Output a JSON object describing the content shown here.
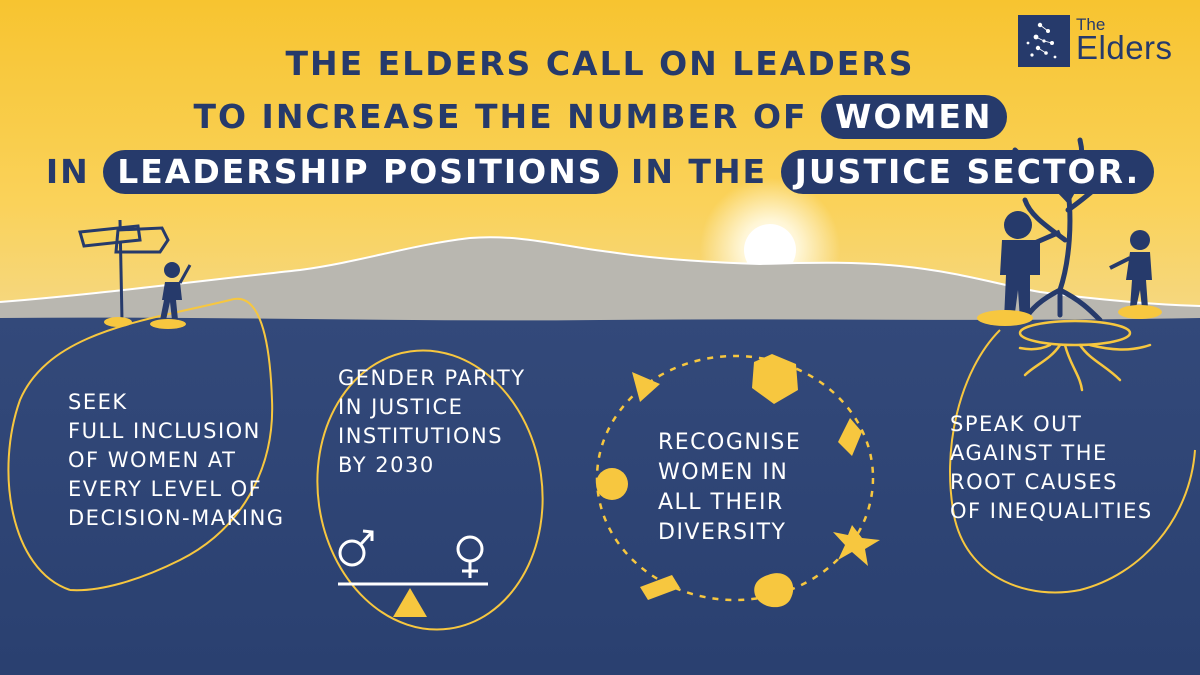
{
  "title": {
    "line1": "The Elders call on leaders",
    "line2_prefix": "to increase the number of",
    "line2_pill": "women",
    "line3_prefix": "in",
    "line3_pill": "leadership positions",
    "line3_mid": "in the",
    "line3_pill2": "justice sector",
    "line3_end": "."
  },
  "logo": {
    "the": "The",
    "name": "Elders"
  },
  "items": [
    {
      "lines": [
        "Seek",
        "full inclusion",
        "of women at",
        "every level of",
        "decision-making"
      ]
    },
    {
      "lines": [
        "Gender parity",
        "in justice",
        "institutions",
        "by 2030"
      ]
    },
    {
      "lines": [
        "Recognise",
        "women in",
        "all their",
        "diversity"
      ]
    },
    {
      "lines": [
        "Speak out",
        "against the",
        "root causes",
        "of inequalities"
      ]
    }
  ],
  "colors": {
    "sky": "#f8c93a",
    "navy": "#263a6b",
    "sea": "#2c4374",
    "mountain": "#b8b6b0",
    "accent": "#f7c73f",
    "white": "#ffffff"
  },
  "icons": [
    "signpost-icon",
    "waving-person-icon",
    "male-symbol-icon",
    "female-symbol-icon",
    "balance-scale-icon",
    "tree-icon",
    "people-planting-icon",
    "roots-icon",
    "constellation-logo-icon"
  ]
}
